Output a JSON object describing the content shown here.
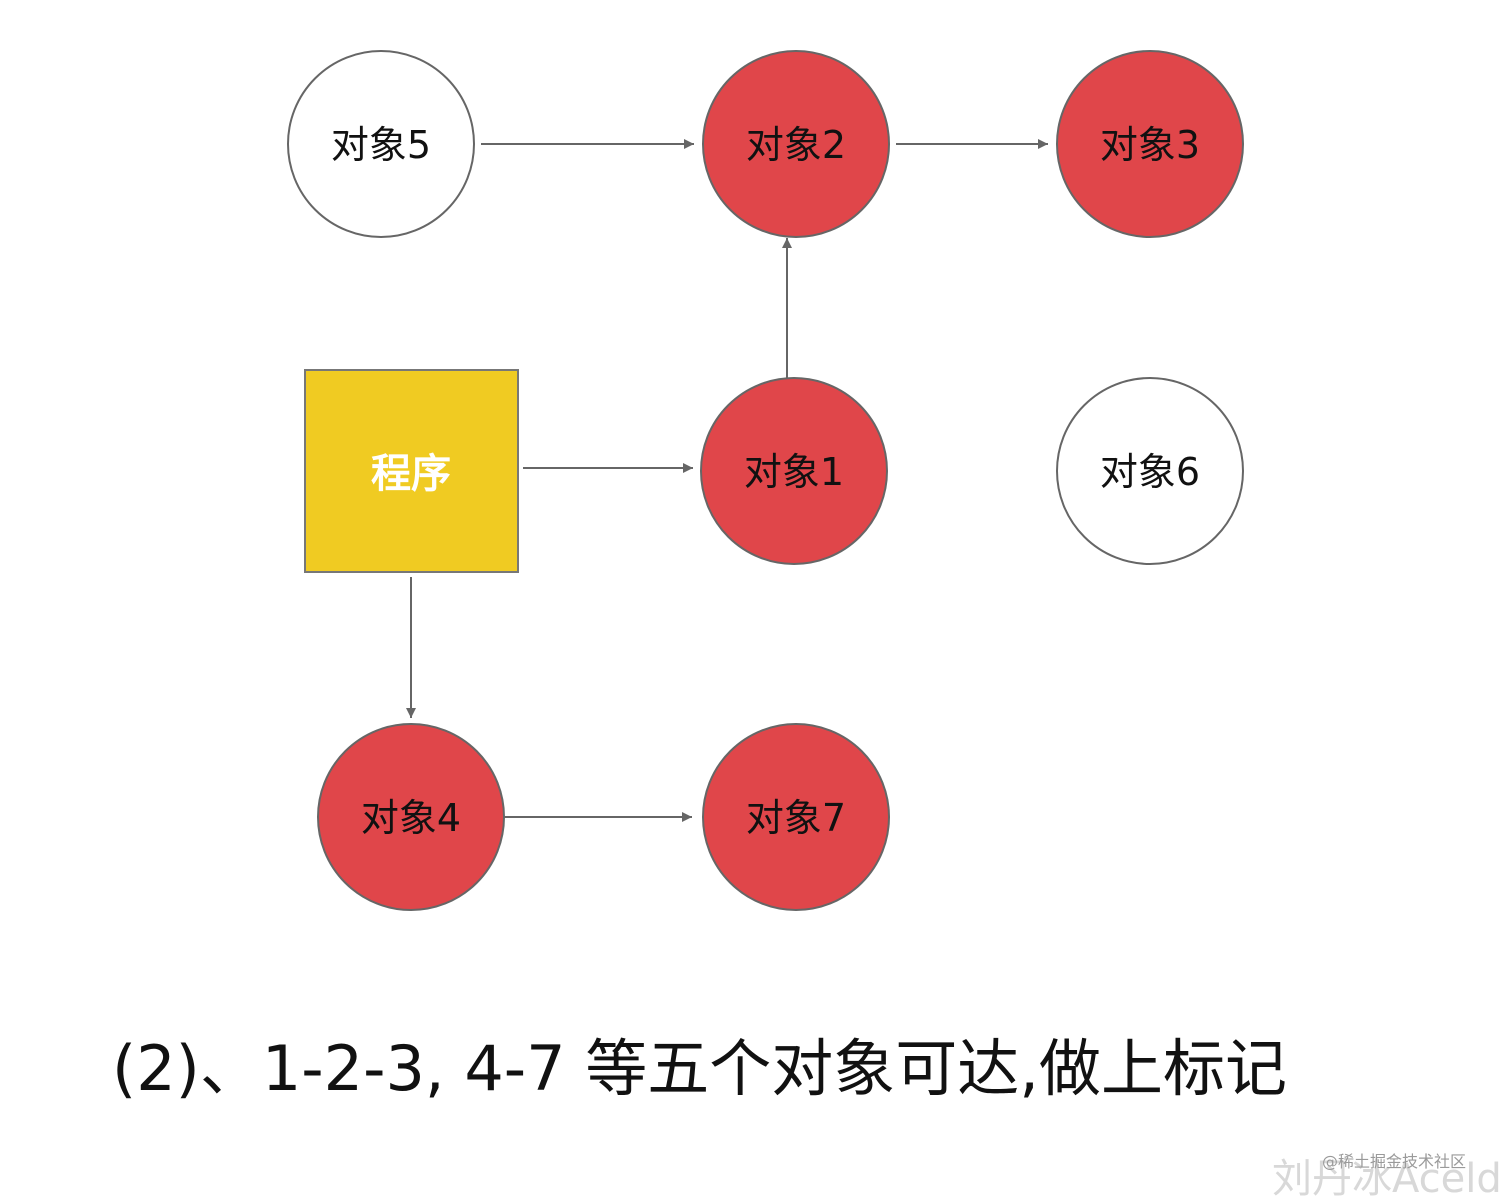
{
  "colors": {
    "reachable_fill": "#e0464a",
    "unreachable_fill": "#ffffff",
    "program_fill": "#f0cb22",
    "node_stroke": "#666666",
    "edge_color": "#666666",
    "node_text": "#111111",
    "program_text": "#ffffff"
  },
  "program": {
    "label": "程序"
  },
  "nodes": {
    "obj1": {
      "label": "对象1",
      "reachable": true
    },
    "obj2": {
      "label": "对象2",
      "reachable": true
    },
    "obj3": {
      "label": "对象3",
      "reachable": true
    },
    "obj4": {
      "label": "对象4",
      "reachable": true
    },
    "obj5": {
      "label": "对象5",
      "reachable": false
    },
    "obj6": {
      "label": "对象6",
      "reachable": false
    },
    "obj7": {
      "label": "对象7",
      "reachable": true
    }
  },
  "edges": [
    {
      "from": "obj5",
      "to": "obj2"
    },
    {
      "from": "obj2",
      "to": "obj3"
    },
    {
      "from": "obj1",
      "to": "obj2"
    },
    {
      "from": "program",
      "to": "obj1"
    },
    {
      "from": "program",
      "to": "obj4"
    },
    {
      "from": "obj4",
      "to": "obj7"
    }
  ],
  "caption": "(2)、1-2-3, 4-7 等五个对象可达,做上标记",
  "watermark": {
    "main": "刘丹冰Aceld",
    "sub": "@稀土掘金技术社区"
  }
}
